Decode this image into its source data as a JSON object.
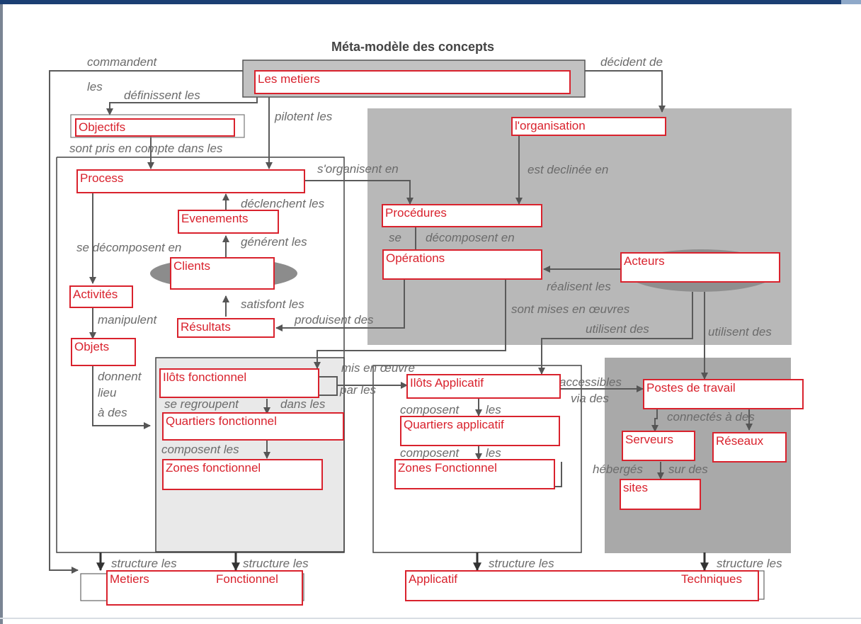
{
  "title": "Méta-modèle des concepts",
  "boxes": {
    "metiers": "Les metiers",
    "objectifs": "Objectifs",
    "organisation": "l'organisation",
    "process": "Process",
    "procedures": "Procédures",
    "evenements": "Evenements",
    "operations": "Opérations",
    "acteurs": "Acteurs",
    "clients": "Clients",
    "activites": "Activités",
    "resultats": "Résultats",
    "objets": "Objets",
    "ilots_fonctionnel": "Ilôts fonctionnel",
    "ilots_applicatif": "Ilôts Applicatif",
    "postes_travail": "Postes de travail",
    "quartiers_fonctionnel": "Quartiers fonctionnel",
    "quartiers_applicatif": "Quartiers applicatif",
    "serveurs": "Serveurs",
    "reseaux": "Réseaux",
    "zones_fonctionnel": "Zones fonctionnel",
    "zones_fonctionnel_app": "Zones Fonctionnel",
    "sites": "sites",
    "bottom_metiers": "Metiers",
    "bottom_fonctionnel": "Fonctionnel",
    "bottom_applicatif": "Applicatif",
    "bottom_techniques": "Techniques"
  },
  "labels": {
    "commandent": "commandent",
    "les": "les",
    "definissent_les": "définissent les",
    "decident_de": "décident de",
    "pilotent_les": "pilotent les",
    "sont_pris_en_compte": "sont pris en compte dans les",
    "sorganisent_en": "s'organisent en",
    "est_declinee_en": "est declinée en",
    "declenchent_les": "déclenchent les",
    "se_decomposent_en_1": "se décomposent en",
    "generent_les": "générent les",
    "se": "se",
    "decomposent_en": "décomposent en",
    "realisent_les": "réalisent les",
    "satisfont_les": "satisfont les",
    "manipulent": "manipulent",
    "produisent_des": "produisent des",
    "sont_mises_en_oeuvres": "sont mises en œuvres",
    "utilisent_des_1": "utilisent des",
    "utilisent_des_2": "utilisent des",
    "donnent": "donnent",
    "lieu": "lieu",
    "a_des": "à des",
    "mis_en_oeuvre": "mis en œuvre",
    "par_les": "par les",
    "accessibles": "accessibles",
    "via_des": "via des",
    "se_regroupent": "se regroupent",
    "dans_les": "dans les",
    "composent_les_1": "composent",
    "les_1": "les",
    "connectes_a_des": "connectés à des",
    "composent_les_2": "composent les",
    "composent_les_3": "composent",
    "les_3": "les",
    "heberges": "hébergés",
    "sur_des": "sur des",
    "structure_les_1": "structure les",
    "structure_les_2": "structure les",
    "structure_les_3": "structure les",
    "structure_les_4": "structure les"
  }
}
